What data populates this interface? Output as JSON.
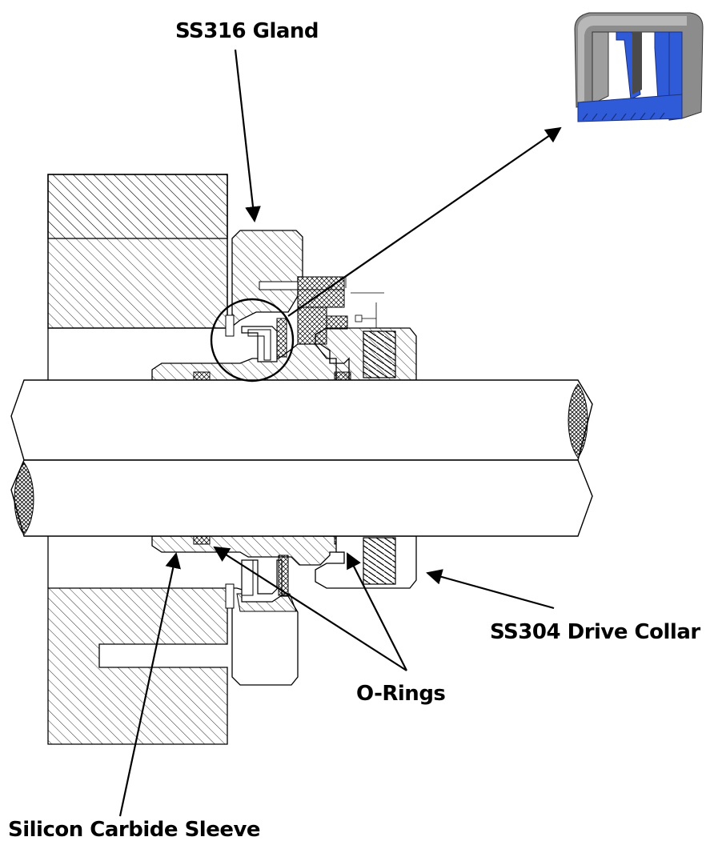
{
  "diagram": {
    "labels": {
      "gland": "SS316 Gland",
      "drive_collar": "SS304 Drive Collar",
      "o_rings": "O-Rings",
      "sleeve": "Silicon Carbide Sleeve"
    },
    "colors": {
      "line": "#000000",
      "hatch": "#000000",
      "detail_blue": "#2f5bd8",
      "detail_gray": "#8c8c8c",
      "detail_dark": "#4a4a4a"
    }
  }
}
